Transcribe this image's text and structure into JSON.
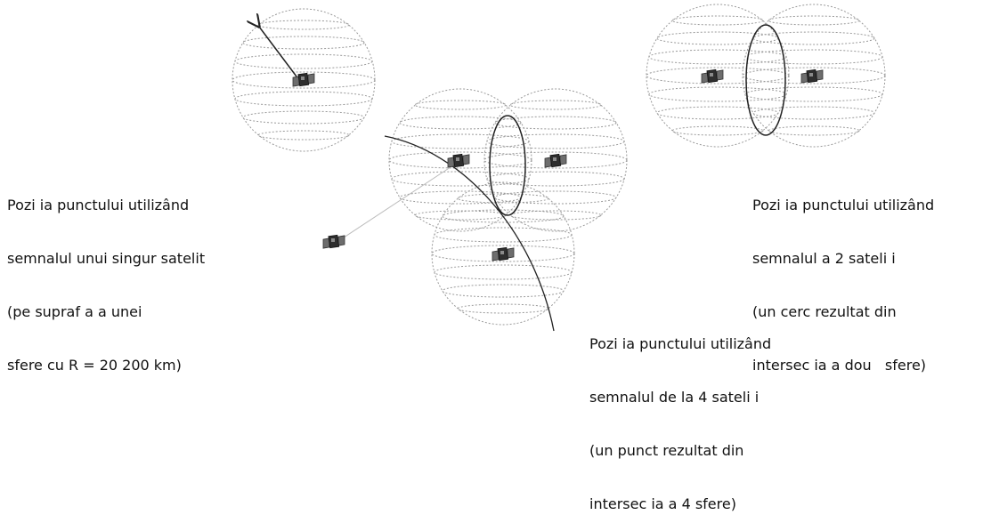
{
  "colors": {
    "sphere_line": "#9a9a9a",
    "intersection_line": "#222222",
    "text": "#111111",
    "satellite_body": "#3a3a3a"
  },
  "icons": [
    "satellite-icon",
    "radius-arrow-icon"
  ],
  "captions": {
    "one_satellite": [
      "Pozi ia punctului utilizând",
      "semnalul unui singur satelit",
      "(pe supraf a a unei",
      "sfere cu R = 20 200 km)"
    ],
    "two_satellites": [
      "Pozi ia punctului utilizând",
      "semnalul a 2 sateli i",
      "(un cerc rezultat din",
      "intersec ia a dou   sfere)"
    ],
    "four_satellites": [
      "Pozi ia punctului utilizând",
      "semnalul de la 4 sateli i",
      "(un punct rezultat din",
      "intersec ia a 4 sfere)"
    ]
  }
}
